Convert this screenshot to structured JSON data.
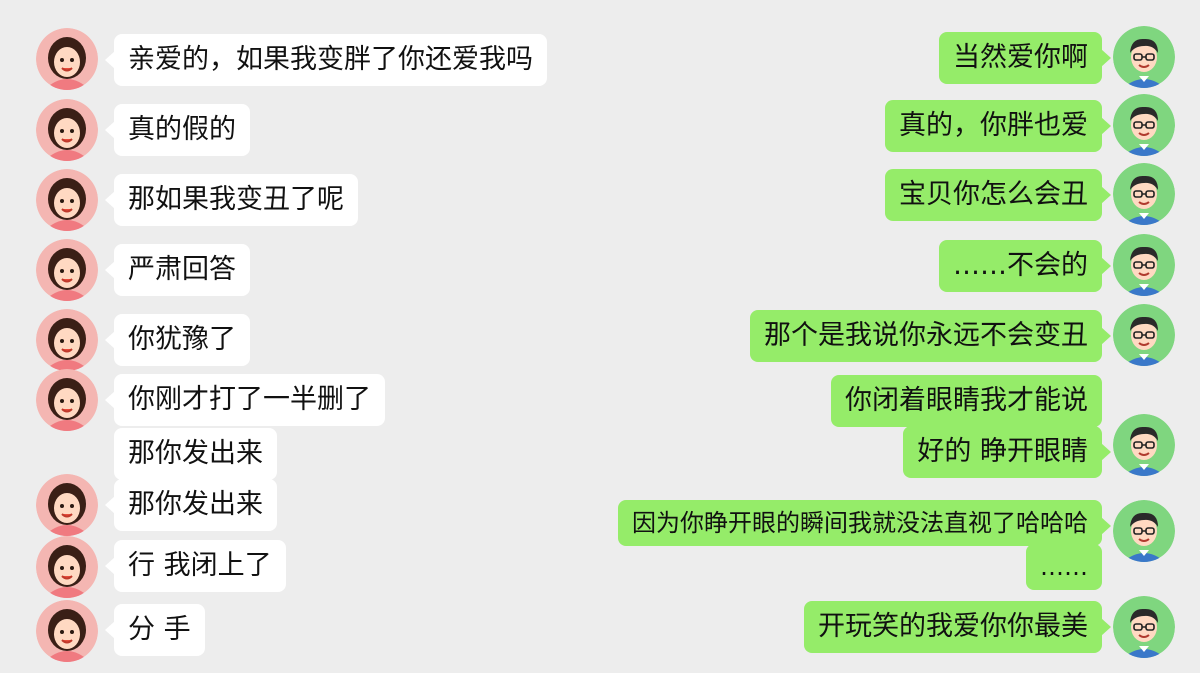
{
  "left_messages": [
    "亲爱的，如果我变胖了你还爱我吗",
    "真的假的",
    "那如果我变丑了呢",
    "严肃回答",
    "你犹豫了",
    "你刚才打了一半删了",
    "那你发出来",
    "那你发出来",
    "行 我闭上了",
    "分 手"
  ],
  "right_messages": [
    "当然爱你啊",
    "真的，你胖也爱",
    "宝贝你怎么会丑",
    "……不会的",
    "那个是我说你永远不会变丑",
    "你闭着眼睛我才能说",
    "好的 睁开眼睛",
    "因为你睁开眼的瞬间我就没法直视了哈哈哈",
    "……",
    "开玩笑的我爱你你最美"
  ],
  "colors": {
    "background": "#ededed",
    "left_bubble": "#ffffff",
    "right_bubble": "#95ec69"
  },
  "icons": {
    "female_avatar": "female-avatar-icon",
    "male_avatar": "male-avatar-icon"
  }
}
